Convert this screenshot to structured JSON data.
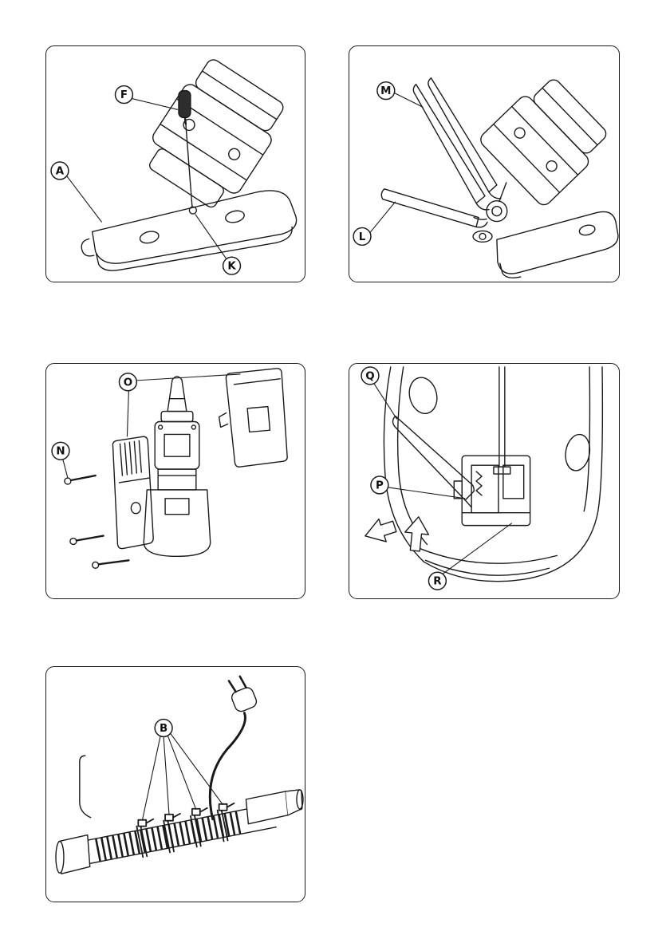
{
  "document": {
    "kind": "instruction-manual-illustration-page",
    "ink_color": "#1a1a1a",
    "paper_color": "#ffffff"
  },
  "panels": [
    {
      "figure": "tool-tilted-screwdriver-adjustment",
      "labels": [
        {
          "text": "F"
        },
        {
          "text": "A"
        },
        {
          "text": "K"
        }
      ]
    },
    {
      "figure": "tool-tilted-two-wrenches",
      "labels": [
        {
          "text": "M"
        },
        {
          "text": "L"
        }
      ]
    },
    {
      "figure": "motor-housing-exploded-view",
      "labels": [
        {
          "text": "O"
        },
        {
          "text": "N"
        }
      ]
    },
    {
      "figure": "carbon-brush-replacement-cutaway",
      "labels": [
        {
          "text": "Q"
        },
        {
          "text": "P"
        },
        {
          "text": "R"
        }
      ]
    },
    {
      "figure": "hose-with-cable-clamps-and-plug",
      "labels": [
        {
          "text": "B"
        }
      ]
    }
  ]
}
